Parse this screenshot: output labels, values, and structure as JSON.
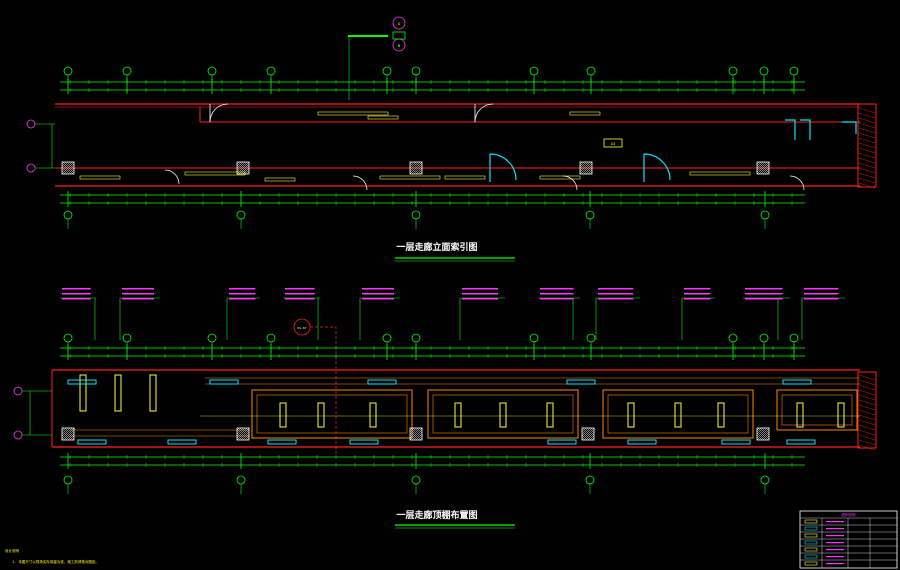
{
  "drawing": {
    "plan_top_title": "一层走廊立面索引图",
    "plan_bottom_title": "一层走廊顶棚布置图",
    "callout_label": "P1-07",
    "note_heading": "设计说明",
    "note_line_1": "1. 本图尺寸以现场实际测量为准，施工前请核对图纸。",
    "legend_header": "图例说明",
    "index_mark_top": "A",
    "index_mark_bottom": "B",
    "box_label": "A3"
  },
  "colors": {
    "background": "#000000",
    "wall": "#ff2020",
    "dimension": "#00ff00",
    "grid": "#00cc00",
    "door": "#ffffff",
    "cyan": "#00e5ff",
    "yellow": "#ffff33",
    "magenta": "#ff33ff",
    "orange": "#ff8800",
    "hatch": "#ffffff"
  }
}
